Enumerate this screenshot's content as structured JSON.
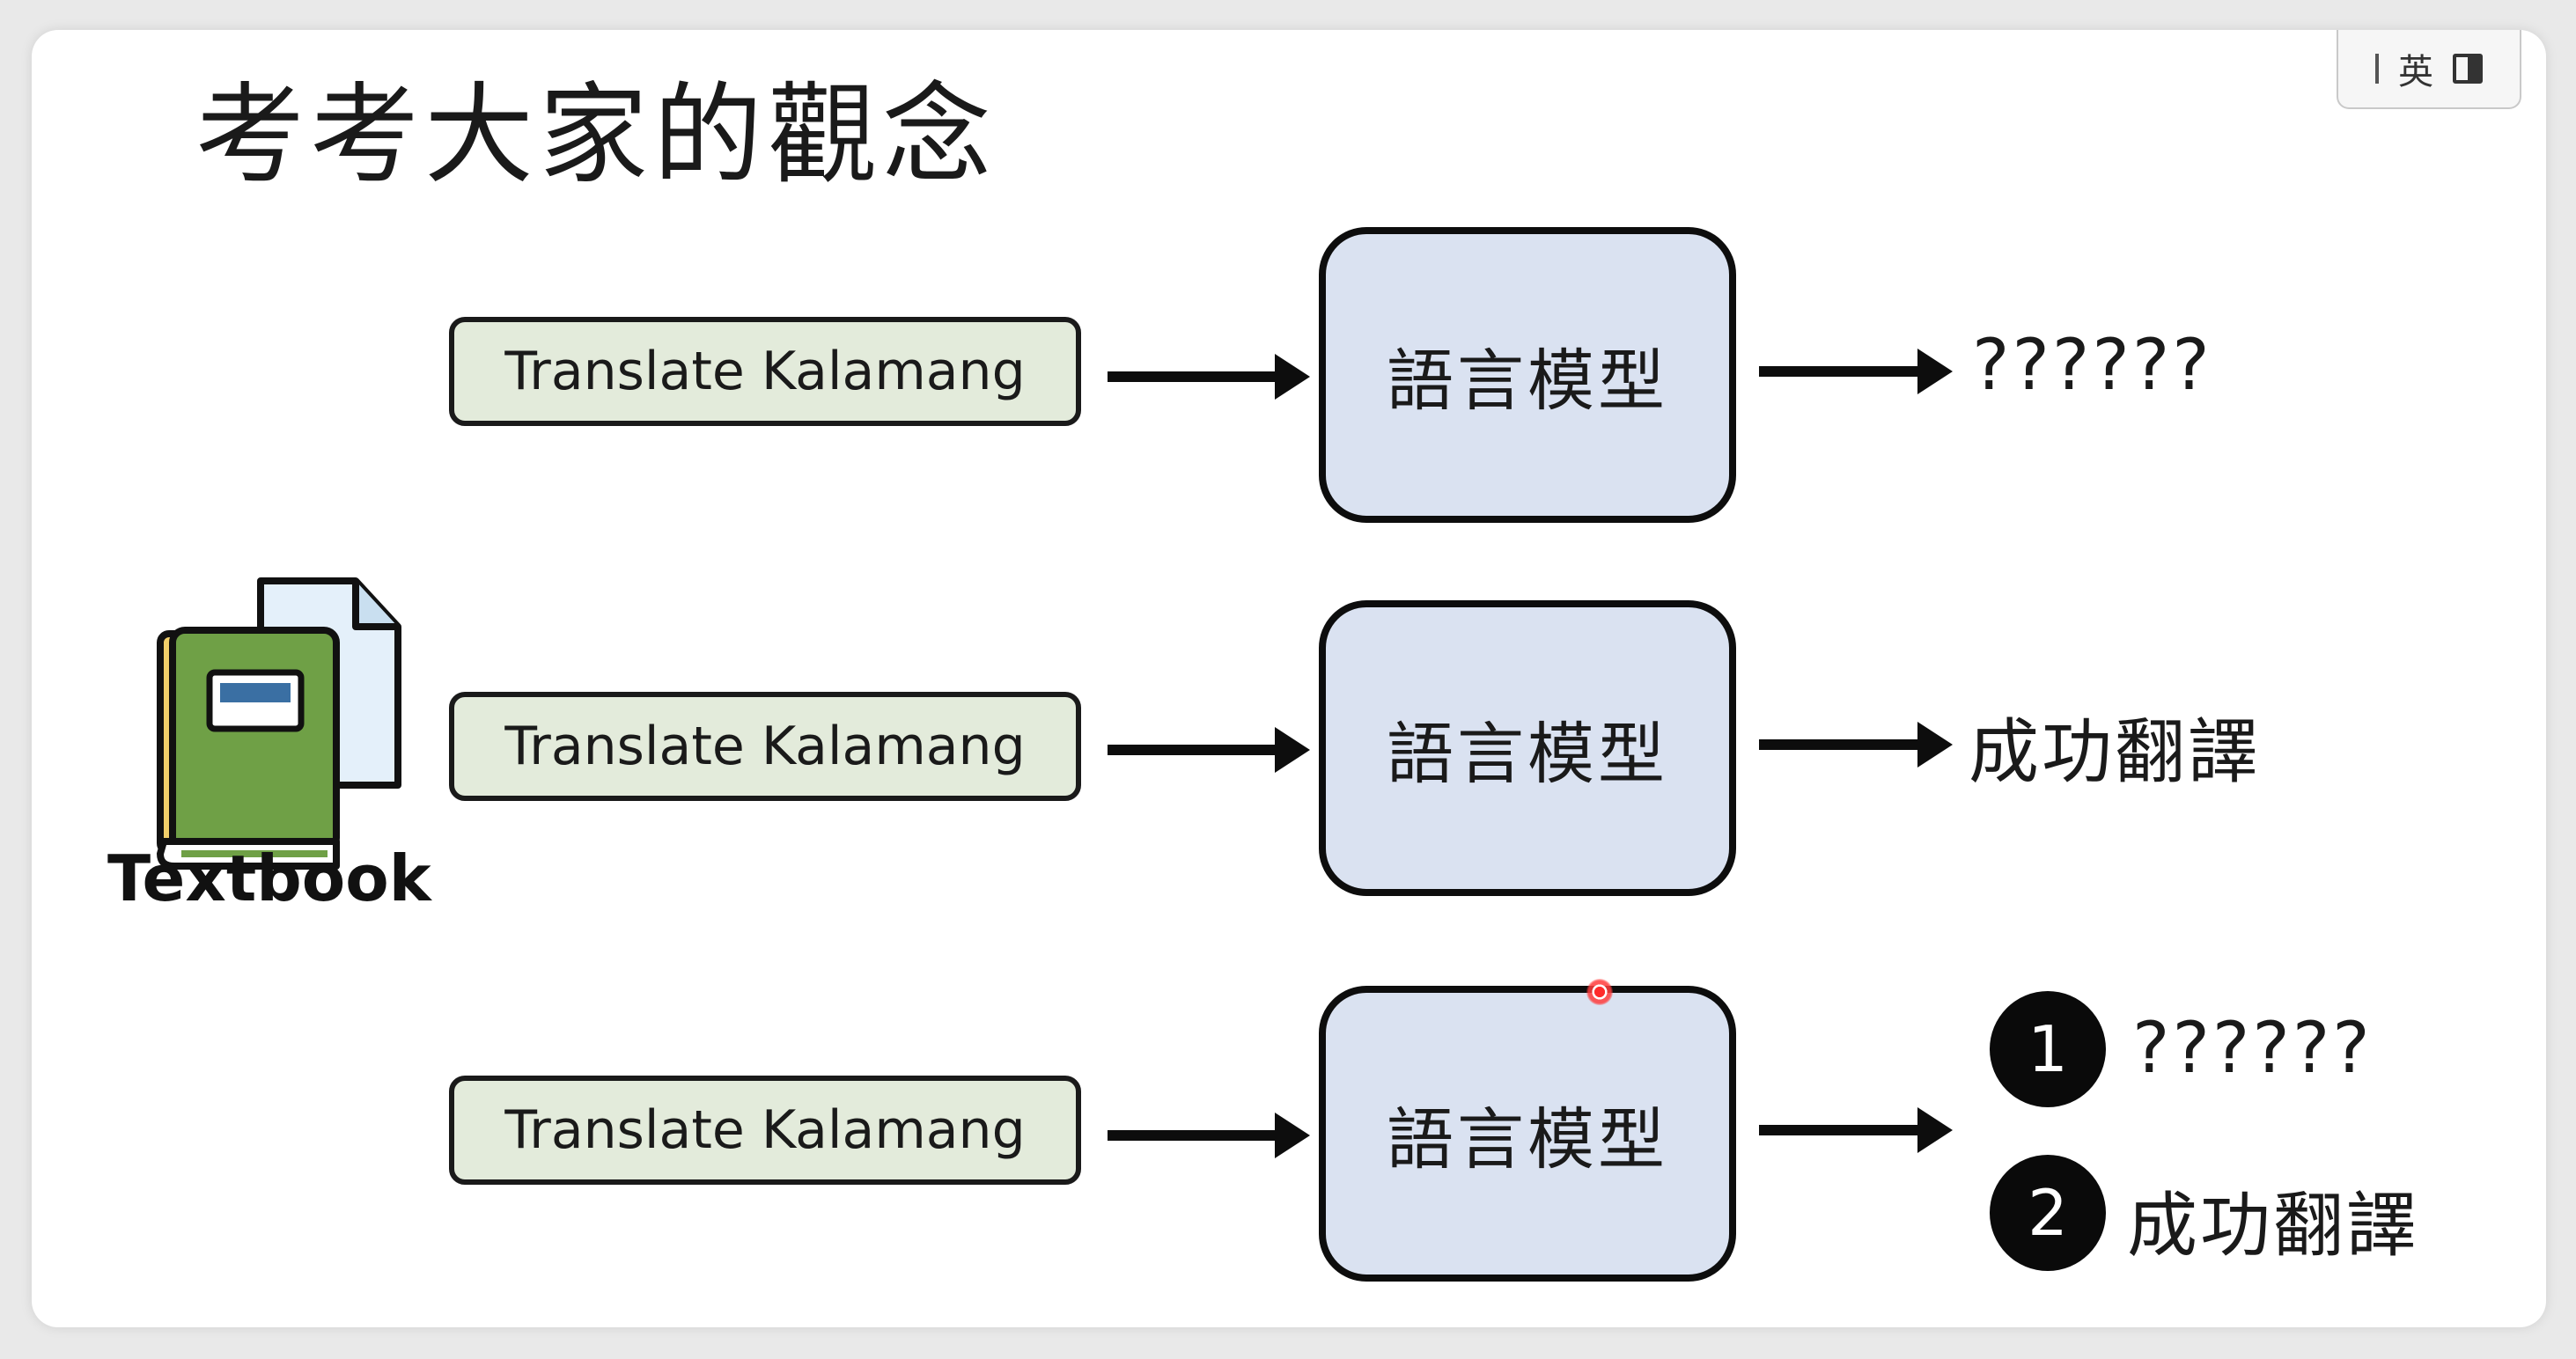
{
  "ime_indicator": {
    "label": "英"
  },
  "title": "考考大家的觀念",
  "textbook": {
    "label": "Textbook"
  },
  "rows": [
    {
      "input": "Translate Kalamang",
      "model": "語言模型",
      "output": "??????"
    },
    {
      "input": "Translate Kalamang",
      "model": "語言模型",
      "output": "成功翻譯"
    },
    {
      "input": "Translate Kalamang",
      "model": "語言模型",
      "options": [
        {
          "number": "1",
          "text": "??????"
        },
        {
          "number": "2",
          "text": "成功翻譯"
        }
      ]
    }
  ],
  "colors": {
    "input_fill": "#e3ebdb",
    "model_fill": "#dae2f1",
    "book_green": "#6fa046",
    "book_spine": "#f1cf6a"
  }
}
